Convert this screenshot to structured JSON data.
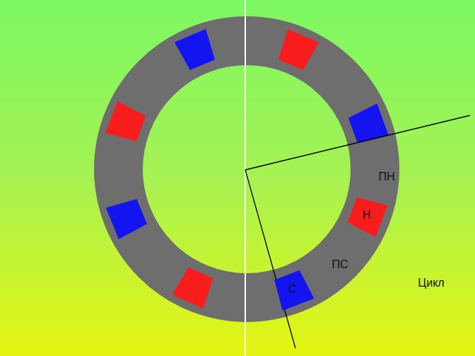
{
  "diagram": {
    "nodes": [
      {
        "text": [
          "Н"
        ]
      },
      {
        "text": [
          "С"
        ]
      }
    ],
    "labels": [
      "ПН",
      "ПС",
      "Цикл"
    ]
  }
}
